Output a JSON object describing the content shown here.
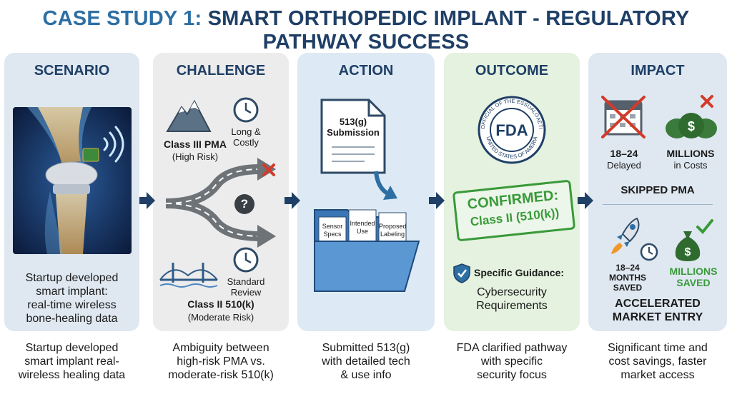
{
  "title": {
    "part1": "CASE STUDY 1:",
    "part2": "SMART ORTHOPEDIC IMPLANT - REGULATORY PATHWAY SUCCESS"
  },
  "panels": {
    "scenario": {
      "title": "SCENARIO",
      "body": [
        "Startup developed",
        "smart implant:",
        "real-time wireless",
        "bone-healing data"
      ],
      "caption": [
        "Startup developed",
        "smart implant real-",
        "wireless healing data"
      ]
    },
    "challenge": {
      "title": "CHALLENGE",
      "class3_title": "Class III PMA",
      "class3_sub": "(High Risk)",
      "long_costly": [
        "Long &",
        "Costly"
      ],
      "question": "?",
      "standard_review": [
        "Standard",
        "Review"
      ],
      "class2_title": "Class II 510(k)",
      "class2_sub": "(Moderate Risk)",
      "caption": [
        "Ambiguity between",
        "high-risk PMA vs.",
        "moderate-risk 510(k)"
      ]
    },
    "action": {
      "title": "ACTION",
      "doc_label": [
        "513(g)",
        "Submission"
      ],
      "tabs": [
        [
          "Sensor",
          "Specs"
        ],
        [
          "Intended",
          "Use"
        ],
        [
          "Proposed",
          "Labeling"
        ]
      ],
      "caption": [
        "Submitted 513(g)",
        "with detailed tech",
        "& use info"
      ]
    },
    "outcome": {
      "title": "OUTCOME",
      "seal_center": "FDA",
      "seal_ring_top": "OFFICIAL OF THE ESSUALOAETI",
      "seal_ring_bottom": "UNITED STATES OF AMERIA",
      "stamp": [
        "CONFIRMED:",
        "Class II (510(k))"
      ],
      "guidance_title": "Specific Guidance:",
      "guidance_body": [
        "Cybersecurity",
        "Requirements"
      ],
      "caption": [
        "FDA clarified pathway",
        "with specific",
        "security focus"
      ]
    },
    "impact": {
      "title": "IMPACT",
      "delayed_num": "18–24",
      "delayed_label": "Delayed",
      "millions_title": "MILLIONS",
      "millions_sub": "in Costs",
      "skipped": "SKIPPED PMA",
      "months_saved": [
        "18–24",
        "MONTHS",
        "SAVED"
      ],
      "millions_saved": [
        "MILLIONS",
        "SAVED"
      ],
      "accelerated": [
        "ACCELERATED",
        "MARKET ENTRY"
      ],
      "caption": [
        "Significant time and",
        "cost savings, faster",
        "market access"
      ]
    }
  },
  "colors": {
    "navy": "#1f3f66",
    "green": "#3a9a3a",
    "red": "#d23b2b",
    "blue_accent": "#2d6fa3"
  }
}
